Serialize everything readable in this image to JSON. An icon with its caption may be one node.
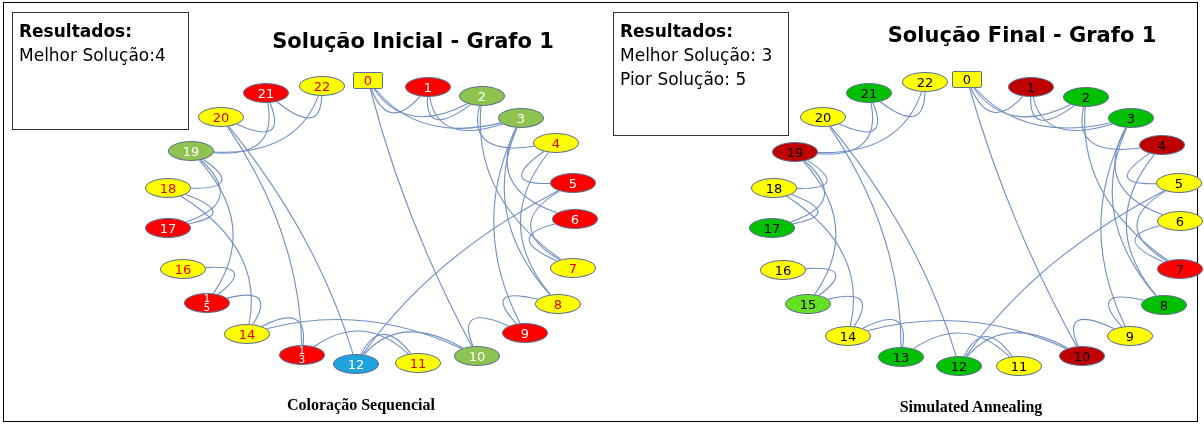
{
  "diagram": {
    "nodes": [
      {
        "text": [
          "Resultados:",
          "Melhor Solução:4"
        ]
      },
      {
        "text": [
          "0"
        ]
      },
      {
        "text": [
          "1"
        ]
      },
      {
        "text": [
          "2"
        ]
      },
      {
        "text": [
          "3"
        ]
      },
      {
        "text": [
          "4"
        ]
      },
      {
        "text": [
          "5"
        ]
      },
      {
        "text": [
          "6"
        ]
      },
      {
        "text": [
          "7"
        ]
      },
      {
        "text": [
          "8"
        ]
      },
      {
        "text": [
          "9"
        ]
      },
      {
        "text": [
          "10"
        ]
      },
      {
        "text": [
          "11"
        ]
      },
      {
        "text": [
          "12"
        ]
      },
      {
        "text": [
          "1 3"
        ]
      },
      {
        "text": [
          "14"
        ]
      },
      {
        "text": [
          "1 5"
        ]
      },
      {
        "text": [
          "16"
        ]
      },
      {
        "text": [
          "17"
        ]
      },
      {
        "text": [
          "18"
        ]
      },
      {
        "text": [
          "19"
        ]
      },
      {
        "text": [
          "20"
        ]
      },
      {
        "text": [
          "21"
        ]
      },
      {
        "text": [
          "22"
        ]
      },
      {
        "text": [
          "Resultados:",
          "Melhor Solução: 3",
          "Pior Solução: 5"
        ]
      },
      {
        "text": [
          "0"
        ]
      },
      {
        "text": [
          "1"
        ]
      },
      {
        "text": [
          "2"
        ]
      },
      {
        "text": [
          "3"
        ]
      },
      {
        "text": [
          "4"
        ]
      },
      {
        "text": [
          "5"
        ]
      },
      {
        "text": [
          "6"
        ]
      },
      {
        "text": [
          "7"
        ]
      },
      {
        "text": [
          "8"
        ]
      },
      {
        "text": [
          "9"
        ]
      },
      {
        "text": [
          "10"
        ]
      },
      {
        "text": [
          "11"
        ]
      },
      {
        "text": [
          "12"
        ]
      },
      {
        "text": [
          "13"
        ]
      },
      {
        "text": [
          "14"
        ]
      },
      {
        "text": [
          "15"
        ]
      },
      {
        "text": [
          "16"
        ]
      },
      {
        "text": [
          "17"
        ]
      },
      {
        "text": [
          "18"
        ]
      },
      {
        "text": [
          "19"
        ]
      },
      {
        "text": [
          "20"
        ]
      },
      {
        "text": [
          "21"
        ]
      },
      {
        "text": [
          "22"
        ]
      }
    ],
    "edges": [
      {
        "from": 1,
        "to": 2,
        "arrow": "none"
      },
      {
        "from": 2,
        "to": 3,
        "arrow": "none"
      },
      {
        "from": 1,
        "to": 3,
        "arrow": "none"
      },
      {
        "from": 1,
        "to": 4,
        "arrow": "none"
      },
      {
        "from": 2,
        "to": 4,
        "arrow": "none"
      },
      {
        "from": 3,
        "to": 5,
        "arrow": "none"
      },
      {
        "from": 3,
        "to": 8,
        "arrow": "none"
      },
      {
        "from": 4,
        "to": 10,
        "arrow": "none"
      },
      {
        "from": 4,
        "to": 9,
        "arrow": "none"
      },
      {
        "from": 5,
        "to": 6,
        "arrow": "none"
      },
      {
        "from": 5,
        "to": 9,
        "arrow": "none"
      },
      {
        "from": 4,
        "to": 7,
        "arrow": "none"
      },
      {
        "from": 6,
        "to": 13,
        "arrow": "none"
      },
      {
        "from": 6,
        "to": 8,
        "arrow": "none"
      },
      {
        "from": 7,
        "to": 8,
        "arrow": "none"
      },
      {
        "from": 1,
        "to": 11,
        "arrow": "none"
      },
      {
        "from": 9,
        "to": 10,
        "arrow": "none"
      },
      {
        "from": 10,
        "to": 11,
        "arrow": "none"
      },
      {
        "from": 11,
        "to": 13,
        "arrow": "none"
      },
      {
        "from": 11,
        "to": 15,
        "arrow": "none"
      },
      {
        "from": 12,
        "to": 13,
        "arrow": "none"
      },
      {
        "from": 12,
        "to": 14,
        "arrow": "none"
      },
      {
        "from": 14,
        "to": 15,
        "arrow": "none"
      },
      {
        "from": 15,
        "to": 16,
        "arrow": "none"
      },
      {
        "from": 16,
        "to": 17,
        "arrow": "none"
      },
      {
        "from": 16,
        "to": 20,
        "arrow": "none"
      },
      {
        "from": 18,
        "to": 19,
        "arrow": "none"
      },
      {
        "from": 19,
        "to": 20,
        "arrow": "none"
      },
      {
        "from": 18,
        "to": 20,
        "arrow": "none"
      },
      {
        "from": 19,
        "to": 15,
        "arrow": "none"
      },
      {
        "from": 20,
        "to": 22,
        "arrow": "none"
      },
      {
        "from": 20,
        "to": 23,
        "arrow": "none"
      },
      {
        "from": 21,
        "to": 22,
        "arrow": "none"
      },
      {
        "from": 22,
        "to": 23,
        "arrow": "none"
      },
      {
        "from": 21,
        "to": 14,
        "arrow": "none"
      },
      {
        "from": 21,
        "to": 13,
        "arrow": "none"
      },
      {
        "from": 25,
        "to": 26,
        "arrow": "none"
      },
      {
        "from": 26,
        "to": 27,
        "arrow": "none"
      },
      {
        "from": 25,
        "to": 27,
        "arrow": "none"
      },
      {
        "from": 25,
        "to": 28,
        "arrow": "none"
      },
      {
        "from": 26,
        "to": 28,
        "arrow": "none"
      },
      {
        "from": 27,
        "to": 29,
        "arrow": "none"
      },
      {
        "from": 27,
        "to": 32,
        "arrow": "none"
      },
      {
        "from": 28,
        "to": 34,
        "arrow": "none"
      },
      {
        "from": 28,
        "to": 33,
        "arrow": "none"
      },
      {
        "from": 29,
        "to": 30,
        "arrow": "none"
      },
      {
        "from": 29,
        "to": 33,
        "arrow": "none"
      },
      {
        "from": 28,
        "to": 31,
        "arrow": "none"
      },
      {
        "from": 30,
        "to": 37,
        "arrow": "none"
      },
      {
        "from": 30,
        "to": 32,
        "arrow": "none"
      },
      {
        "from": 31,
        "to": 32,
        "arrow": "none"
      },
      {
        "from": 25,
        "to": 35,
        "arrow": "none"
      },
      {
        "from": 33,
        "to": 34,
        "arrow": "none"
      },
      {
        "from": 34,
        "to": 35,
        "arrow": "none"
      },
      {
        "from": 35,
        "to": 37,
        "arrow": "none"
      },
      {
        "from": 35,
        "to": 39,
        "arrow": "none"
      },
      {
        "from": 36,
        "to": 37,
        "arrow": "none"
      },
      {
        "from": 36,
        "to": 38,
        "arrow": "none"
      },
      {
        "from": 38,
        "to": 39,
        "arrow": "none"
      },
      {
        "from": 39,
        "to": 40,
        "arrow": "none"
      },
      {
        "from": 40,
        "to": 41,
        "arrow": "none"
      },
      {
        "from": 40,
        "to": 44,
        "arrow": "none"
      },
      {
        "from": 42,
        "to": 43,
        "arrow": "none"
      },
      {
        "from": 43,
        "to": 44,
        "arrow": "none"
      },
      {
        "from": 42,
        "to": 44,
        "arrow": "none"
      },
      {
        "from": 43,
        "to": 39,
        "arrow": "none"
      },
      {
        "from": 44,
        "to": 46,
        "arrow": "none"
      },
      {
        "from": 44,
        "to": 47,
        "arrow": "none"
      },
      {
        "from": 45,
        "to": 46,
        "arrow": "none"
      },
      {
        "from": 46,
        "to": 47,
        "arrow": "none"
      },
      {
        "from": 45,
        "to": 38,
        "arrow": "none"
      },
      {
        "from": 45,
        "to": 37,
        "arrow": "none"
      }
    ],
    "labels": [
      "Solução Inicial - Grafo 1",
      "Solução Final - Grafo 1",
      "Coloração Sequencial",
      "Simulated Annealing"
    ]
  }
}
